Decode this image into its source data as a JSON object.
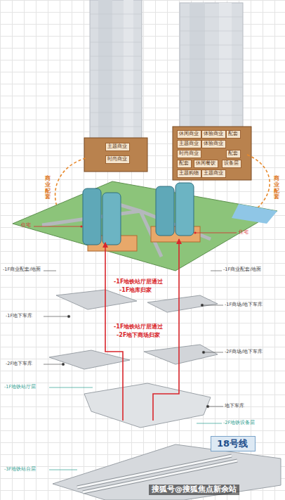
{
  "diagram": {
    "nodes": [
      {
        "text": [
          "主题商业"
        ]
      },
      {
        "text": [
          "时尚商业"
        ]
      },
      {
        "text": [
          "休闲商业"
        ]
      },
      {
        "text": [
          "体验商业"
        ]
      },
      {
        "text": [
          "配套"
        ]
      },
      {
        "text": [
          "主题商业"
        ]
      },
      {
        "text": [
          "体验商业"
        ]
      },
      {
        "text": [
          "时尚商业"
        ]
      },
      {
        "text": [
          "配套"
        ]
      },
      {
        "text": [
          "配套"
        ]
      },
      {
        "text": [
          "休闲餐饮"
        ]
      },
      {
        "text": [
          "设备层"
        ]
      },
      {
        "text": [
          "主题购物"
        ]
      },
      {
        "text": [
          "主题商业"
        ]
      },
      {
        "text": [
          "18号线"
        ]
      }
    ],
    "labels": [
      "商业配套",
      "商业配套",
      "住宅",
      "住宅",
      "-1F商业配套/地面",
      "-1F商业配套/地面",
      "-1F地铁站厅层通过",
      "-1F地库归家",
      "-1F地下车库",
      "-1F商场/地下车库",
      "-1F地铁站厅层通过",
      "-2F地下商场归家",
      "-2F地下车库",
      "-2F商场/地下车库",
      "-1F地铁站厅层",
      "地下车库",
      "-2F地铁设备层",
      "-3F地铁站台层",
      "搜狐号@搜狐焦点新余站"
    ]
  }
}
